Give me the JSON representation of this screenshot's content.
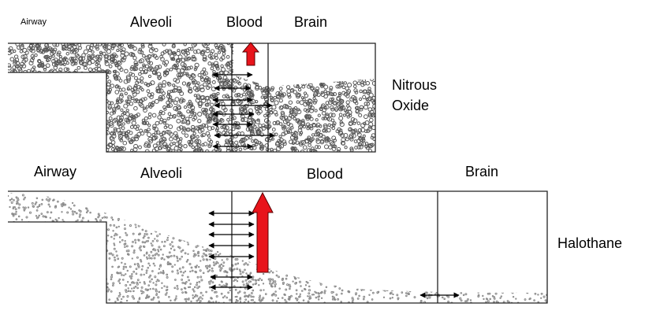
{
  "top_panel": {
    "labels": {
      "airway": "Airway",
      "alveoli": "Alveoli",
      "blood": "Blood",
      "brain": "Brain",
      "agent_line1": "Nitrous",
      "agent_line2": "Oxide"
    }
  },
  "bottom_panel": {
    "labels": {
      "airway": "Airway",
      "alveoli": "Alveoli",
      "blood": "Blood",
      "brain": "Brain",
      "agent": "Halothane"
    }
  },
  "colors": {
    "outline": "#222222",
    "arrow": "#000000",
    "uptake_arrow": "#e8141b",
    "uptake_arrow_edge": "#5a0000",
    "particle_dense": "#555555",
    "particle_light": "#8a8a8a"
  },
  "icons": {
    "uptake": "red-up-arrow",
    "exchange": "double-headed-arrow"
  }
}
